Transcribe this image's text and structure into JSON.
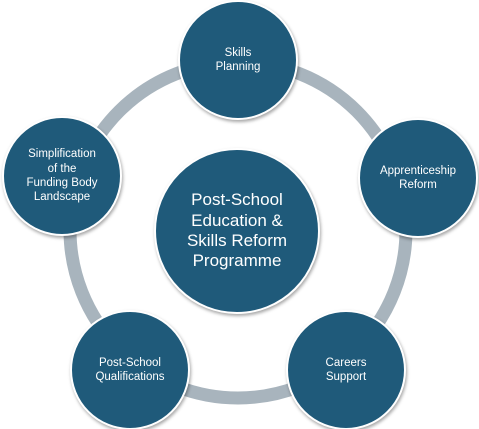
{
  "colors": {
    "node_fill": "#1f5a7a",
    "ring": "#a8b4bd",
    "text": "#ffffff"
  },
  "center": {
    "label": "Post-School\nEducation &\nSkills Reform\nProgramme"
  },
  "nodes": [
    {
      "label": "Skills\nPlanning"
    },
    {
      "label": "Apprenticeship\nReform"
    },
    {
      "label": "Careers\nSupport"
    },
    {
      "label": "Post-School\nQualifications"
    },
    {
      "label": "Simplification\nof the\nFunding Body\nLandscape"
    }
  ]
}
